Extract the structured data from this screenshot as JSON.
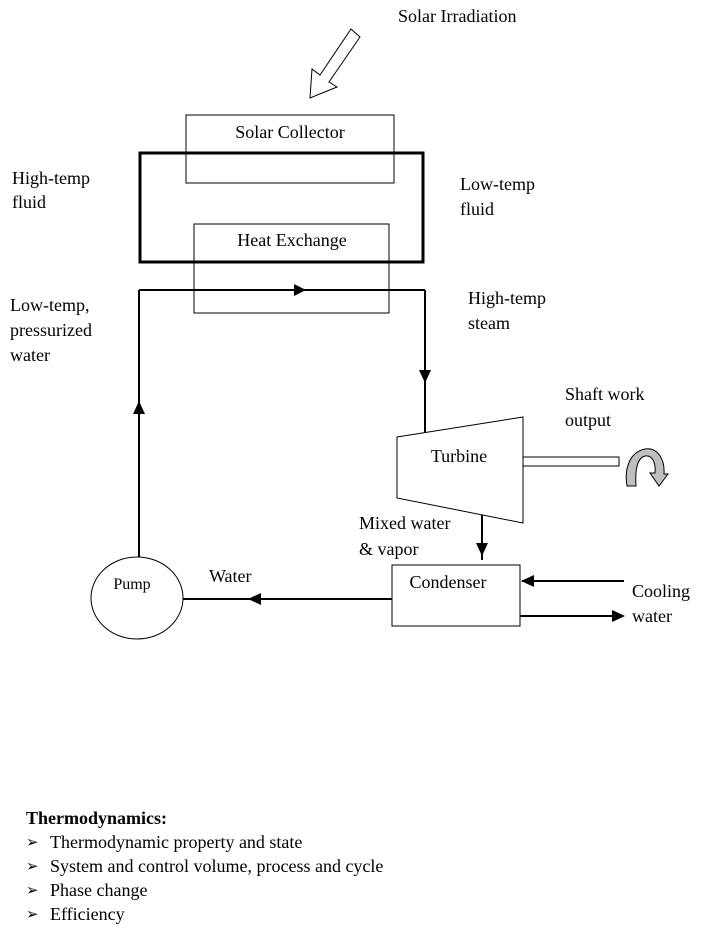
{
  "labels": {
    "solar_irradiation": "Solar Irradiation",
    "solar_collector": "Solar Collector",
    "heat_exchange": "Heat Exchange",
    "high_temp_fluid": [
      "High-temp",
      "fluid"
    ],
    "low_temp_fluid": [
      "Low-temp",
      "fluid"
    ],
    "low_temp_pressurized_water": [
      "Low-temp,",
      "pressurized",
      "water"
    ],
    "high_temp_steam": [
      "High-temp",
      "steam"
    ],
    "shaft_work_output": [
      "Shaft work",
      "output"
    ],
    "turbine": "Turbine",
    "mixed_water_vapor": [
      "Mixed water",
      "& vapor"
    ],
    "pump": "Pump",
    "water": "Water",
    "condenser": "Condenser",
    "cooling_water": [
      "Cooling",
      "water"
    ]
  },
  "summary": {
    "title": "Thermodynamics:",
    "items": [
      "Thermodynamic property and state",
      "System and control volume, process and cycle",
      "Phase change",
      "Efficiency"
    ]
  }
}
